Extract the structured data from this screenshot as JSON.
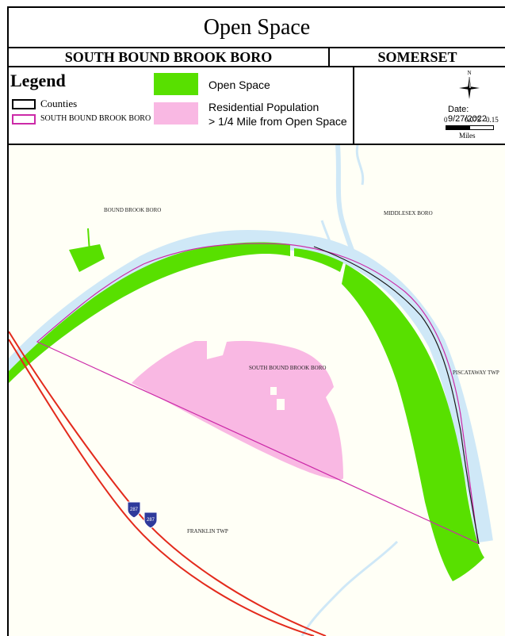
{
  "title": "Open Space",
  "municipality": "SOUTH BOUND BROOK BORO",
  "county": "SOMERSET",
  "legend": {
    "title": "Legend",
    "counties": "Counties",
    "boro": "SOUTH BOUND BROOK BORO",
    "open_space": "Open Space",
    "residential_line1": "Residential Population",
    "residential_line2": "> 1/4 Mile from Open Space"
  },
  "info": {
    "north": "N",
    "date": "Date: 9/27/2022",
    "scale_0": "0",
    "scale_1": "0.075",
    "scale_2": "0.15",
    "scale_unit": "Miles"
  },
  "places": {
    "bound_brook": "BOUND BROOK BORO",
    "middlesex": "MIDDLESEX BORO",
    "south_bound_brook": "SOUTH BOUND BROOK BORO",
    "piscataway": "PISCATAWAY TWP",
    "franklin": "FRANKLIN TWP"
  },
  "highway": "287",
  "colors": {
    "open_space": "#58e000",
    "residential": "#f9b8e3",
    "water": "#cfe8f7",
    "land": "#fffff6",
    "boundary": "#cc2aa8",
    "highway": "#e32a1c"
  }
}
